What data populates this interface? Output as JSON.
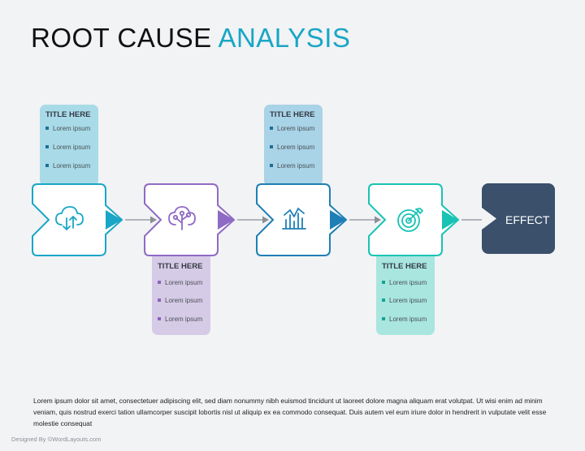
{
  "header": {
    "title_part1": "ROOT CAUSE",
    "title_part2": "ANALYSIS"
  },
  "colors": {
    "stage1": "#19a6c6",
    "stage2": "#8f6ac4",
    "stage3": "#1e7fb6",
    "stage4": "#18c3b4",
    "effect": "#3a506b",
    "card1": "#a8dbe7",
    "card2": "#d6cbe6",
    "card3": "#a9d3e6",
    "card4": "#a8e6df"
  },
  "stages": [
    {
      "icon": "cloud-transfer-icon",
      "card": {
        "title": "TITLE HERE",
        "items": [
          "Lorem ipsum",
          "Lorem ipsum",
          "Lorem ipsum"
        ]
      }
    },
    {
      "icon": "tree-circuit-icon",
      "card": {
        "title": "TITLE HERE",
        "items": [
          "Lorem ipsum",
          "Lorem ipsum",
          "Lorem ipsum"
        ]
      }
    },
    {
      "icon": "bar-chart-icon",
      "card": {
        "title": "TITLE HERE",
        "items": [
          "Lorem ipsum",
          "Lorem ipsum",
          "Lorem ipsum"
        ]
      }
    },
    {
      "icon": "target-icon",
      "card": {
        "title": "TITLE HERE",
        "items": [
          "Lorem ipsum",
          "Lorem ipsum",
          "Lorem ipsum"
        ]
      }
    }
  ],
  "effect": {
    "label": "EFFECT"
  },
  "footer": {
    "text": "Lorem ipsum dolor sit amet, consectetuer adipiscing elit, sed diam nonummy nibh euismod tincidunt ut laoreet dolore magna aliquam erat volutpat. Ut wisi enim ad minim veniam, quis nostrud exerci tation ullamcorper suscipit lobortis nisl ut aliquip ex ea commodo consequat. Duis autem vel eum iriure dolor in hendrerit in vulputate velit esse molestie consequat",
    "credit": "Designed By ©WordLayouts.com"
  }
}
